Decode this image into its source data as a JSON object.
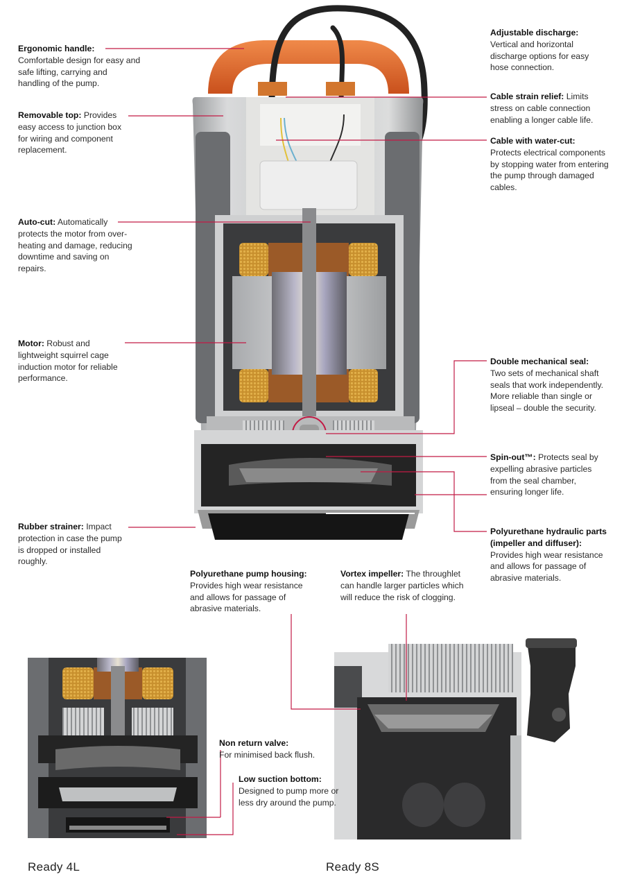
{
  "callouts": {
    "ergonomic_handle": {
      "title": "Ergonomic handle:",
      "text": "Comfortable design for easy and safe lifting, carrying and handling of the pump."
    },
    "removable_top": {
      "title": "Removable top:",
      "text": "Provides easy access to junction box for wiring and component replacement."
    },
    "auto_cut": {
      "title": "Auto-cut:",
      "text": "Automatically protects the motor from over-heating and damage, reducing downtime and saving on repairs."
    },
    "motor": {
      "title": "Motor:",
      "text": "Robust and lightweight squirrel cage induction motor for reliable performance."
    },
    "rubber_strainer": {
      "title": "Rubber strainer:",
      "text": "Impact protection in case the pump is dropped or installed roughly."
    },
    "adjustable_discharge": {
      "title": "Adjustable discharge:",
      "text": "Vertical and horizontal discharge options for easy hose connection."
    },
    "cable_strain_relief": {
      "title": "Cable strain relief:",
      "text": "Limits stress on cable connection enabling a longer cable life."
    },
    "cable_water_cut": {
      "title": "Cable with water-cut:",
      "text": "Protects electrical components by stopping water from entering the pump through damaged cables."
    },
    "double_mechanical_seal": {
      "title": "Double mechanical seal:",
      "text": "Two sets of mechanical shaft seals that work independently. More reliable than single or lipseal – double the security."
    },
    "spin_out": {
      "title": "Spin-out™:",
      "text": "Protects seal by expelling abrasive particles from the seal chamber, ensuring longer life."
    },
    "polyurethane_hydraulic": {
      "title": "Polyurethane hydraulic parts (impeller and diffuser):",
      "text": "Provides high wear resistance and allows for passage of abrasive materials."
    },
    "polyurethane_housing": {
      "title": "Polyurethane pump housing:",
      "text": "Provides high wear resistance and allows for passage of abrasive materials."
    },
    "vortex_impeller": {
      "title": "Vortex impeller:",
      "text": "The throughlet can handle larger particles which will reduce the risk of clogging."
    },
    "non_return_valve": {
      "title": "Non return valve:",
      "text": "For minimised back flush."
    },
    "low_suction_bottom": {
      "title": "Low suction bottom:",
      "text": "Designed to pump more or less dry around the pump."
    }
  },
  "models": {
    "left": "Ready 4L",
    "right": "Ready 8S"
  },
  "colors": {
    "leader": "#c21a45",
    "handle": "#e8682a",
    "metal": "#bfc1c2",
    "black": "#1c1c1c",
    "copper": "#b5733a"
  }
}
